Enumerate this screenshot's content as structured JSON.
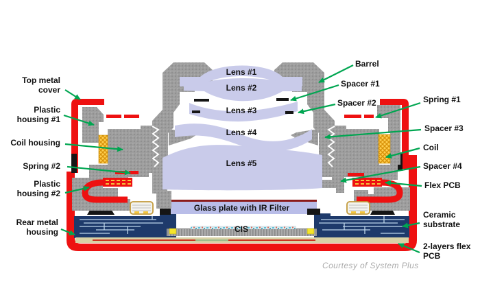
{
  "diagram": {
    "labels_left": [
      {
        "text": "Top metal\ncover"
      },
      {
        "text": "Plastic\nhousing #1"
      },
      {
        "text": "Coil housing"
      },
      {
        "text": "Spring #2"
      },
      {
        "text": "Plastic\nhousing #2"
      },
      {
        "text": "Rear metal\nhousing"
      }
    ],
    "labels_right": [
      {
        "text": "Barrel"
      },
      {
        "text": "Spacer #1"
      },
      {
        "text": "Spacer #2"
      },
      {
        "text": "Spring #1"
      },
      {
        "text": "Spacer #3"
      },
      {
        "text": "Coil"
      },
      {
        "text": "Spacer #4"
      },
      {
        "text": "Flex PCB"
      },
      {
        "text": "Ceramic\nsubstrate"
      },
      {
        "text": "2-layers flex\nPCB"
      }
    ],
    "lens_labels": [
      "Lens #1",
      "Lens #2",
      "Lens #3",
      "Lens #4",
      "Lens #5"
    ],
    "glass_plate_label": "Glass plate with IR Filter",
    "cis_label": "CIS",
    "credit": "Courtesy of System Plus"
  },
  "colors": {
    "red": "#EE1111",
    "green": "#00A651",
    "gray": "#9E9E9E",
    "lens": "#C9CBEA",
    "glass": "#B9BDE8",
    "navy": "#1E3A6B",
    "coil_yellow": "#FFCE4F",
    "tan": "#D8D2A6",
    "dark_red": "#8B1A1A",
    "trace_blue": "#BFD6EC",
    "label": "#111111",
    "credit_gray": "#ABABAB"
  }
}
